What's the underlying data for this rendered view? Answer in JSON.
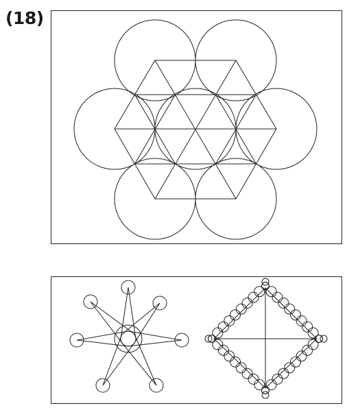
{
  "problem": {
    "number_label": "(18)"
  },
  "colors": {
    "stroke": "#222222",
    "background": "#ffffff"
  },
  "figures": [
    {
      "id": "hexagon-circle-pattern",
      "description_icon": "hexagon-seven-circles-icon"
    },
    {
      "id": "seven-point-star-pattern",
      "description_icon": "star-with-circles-icon"
    },
    {
      "id": "diamond-circle-border-pattern",
      "description_icon": "diamond-with-bead-border-icon"
    }
  ]
}
